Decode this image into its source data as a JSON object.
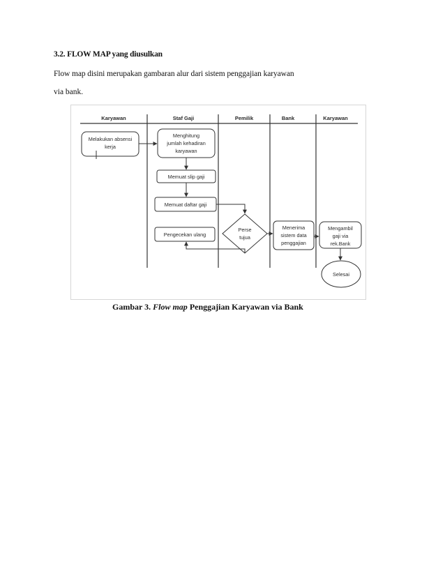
{
  "heading": "3.2. FLOW MAP yang diusulkan",
  "paragraph": {
    "line1": "Flow map disini merupakan gambaran alur dari sistem penggajian karyawan",
    "line2": "via bank."
  },
  "flowmap": {
    "lanes": [
      "Karyawan",
      "Staf Gaji",
      "Pemilik",
      "Bank",
      "Karyawan"
    ],
    "nodes": {
      "absensi": [
        "Melakukan absensi",
        "kerja"
      ],
      "menghitung": [
        "Menghitung",
        "jumlah kehadiran",
        "karyawan"
      ],
      "slip": [
        "Memuat slip gaji"
      ],
      "daftar": [
        "Memuat daftar gaji"
      ],
      "pengecekan": [
        "Pengecekan ulang"
      ],
      "persetujuan": [
        "Perse",
        "tujua"
      ],
      "menerima": [
        "Menerima",
        "sistem data",
        "penggajian"
      ],
      "mengambil": [
        "Mengambil",
        "gaji via",
        "rek.Bank"
      ],
      "selesai": [
        "Selesai"
      ]
    }
  },
  "caption": {
    "prefix": "Gambar 3. ",
    "emphasis": "Flow map",
    "suffix": " Penggajian Karyawan via Bank"
  }
}
